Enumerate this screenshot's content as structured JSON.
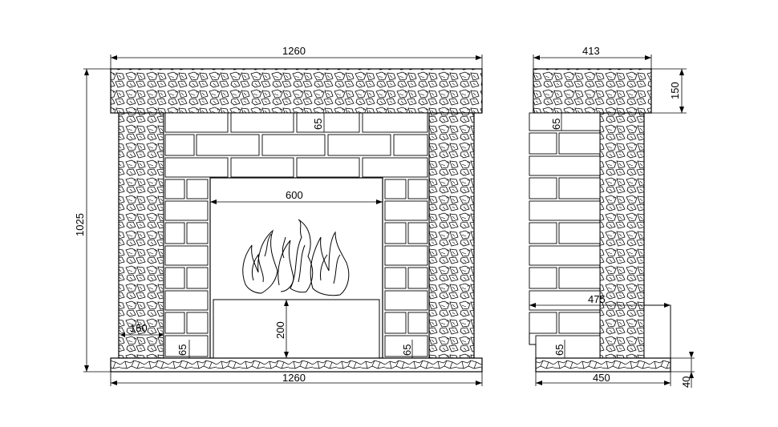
{
  "front_view": {
    "width_top": "1260",
    "width_bottom": "1260",
    "height": "1025",
    "firebox_width": "600",
    "firebox_base_height": "200",
    "side_stone_width": "150",
    "brick_height_top": "65",
    "brick_height_left": "65",
    "brick_height_right": "65"
  },
  "side_view": {
    "depth_top": "413",
    "top_height": "150",
    "brick_height_top": "65",
    "inner_depth": "475",
    "brick_height_bottom": "65",
    "base_depth": "450",
    "base_height": "40"
  }
}
